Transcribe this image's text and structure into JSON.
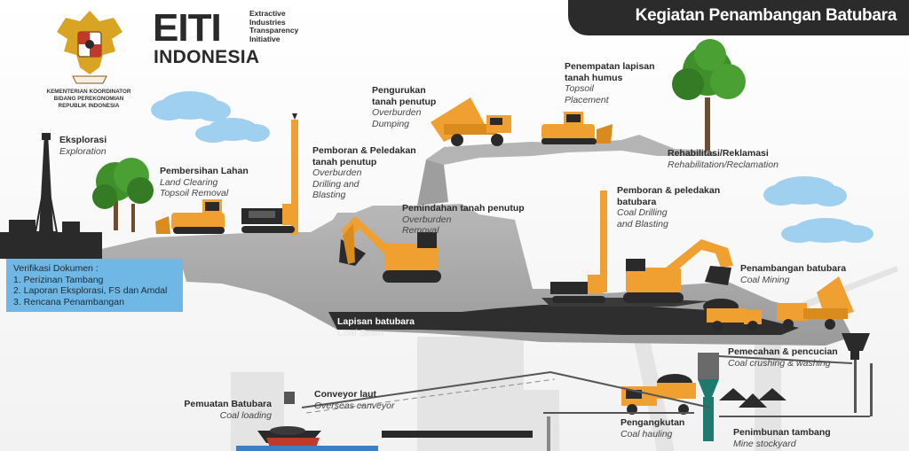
{
  "header": {
    "title": "Kegiatan Penambangan Batubara"
  },
  "logos": {
    "eiti_letters": "EITI",
    "eiti_subtitle": [
      "Extractive",
      "Industries",
      "Transparency",
      "Initiative"
    ],
    "eiti_country": "INDONESIA",
    "ministry": [
      "KEMENTERIAN KOORDINATOR",
      "BIDANG PEREKONOMIAN",
      "REPUBLIK INDONESIA"
    ]
  },
  "stages": [
    {
      "id": "Eksplorasi",
      "en": [
        "Exploration"
      ]
    },
    {
      "id": "Pembersihan Lahan",
      "en": [
        "Land Clearing",
        "Topsoil Removal"
      ]
    },
    {
      "id": "Pengurukan",
      "id2": "tanah penutup",
      "en": [
        "Overburden",
        "Dumping"
      ]
    },
    {
      "id": "Penempatan lapisan",
      "id2": "tanah humus",
      "en": [
        "Topsoil",
        "Placement"
      ]
    },
    {
      "id": "Rehabilitasi/Reklamasi",
      "en": [
        "Rehabilitation/Reclamation"
      ]
    },
    {
      "id": "Pemboran & Peledakan",
      "id2": "tanah penutup",
      "en": [
        "Overburden",
        "Drilling and",
        "Blasting"
      ]
    },
    {
      "id": "Pemindahan tanah penutup",
      "en": [
        "Overburden",
        "Removal"
      ]
    },
    {
      "id": "Pemboran & peledakan",
      "id2": "batubara",
      "en": [
        "Coal Drilling",
        "and Blasting"
      ]
    },
    {
      "id": "Penambangan batubara",
      "en": [
        "Coal Mining"
      ]
    },
    {
      "id": "Pemecahan & pencucian",
      "en": [
        "Coal crushing & washing"
      ]
    },
    {
      "id": "Pengangkutan",
      "en": [
        "Coal hauling"
      ]
    },
    {
      "id": "Penimbunan tambang",
      "en": [
        "Mine stockyard"
      ]
    },
    {
      "id": "Conveyor laut",
      "en": [
        "Overseas canveyor"
      ]
    },
    {
      "id": "Pemuatan Batubara",
      "en": [
        "Coal loading"
      ]
    }
  ],
  "coal_seam": {
    "id": "Lapisan batubara",
    "en": "Coal Seam"
  },
  "documents": {
    "heading": "Verifikasi Dokumen :",
    "items": [
      "1.  Perizinan Tambang",
      "2.  Laporan Eksplorasi, FS dan Amdal",
      "3.  Rencana Penambangan"
    ]
  },
  "colors": {
    "banner": "#2b2b2b",
    "accent_orange": "#f0a030",
    "doc_box": "#6fb8e6",
    "ground": "#a9a9a9",
    "coal_seam": "#2e2e2e",
    "tree": "#3f8f2a",
    "cloud": "#9fd0ef"
  }
}
